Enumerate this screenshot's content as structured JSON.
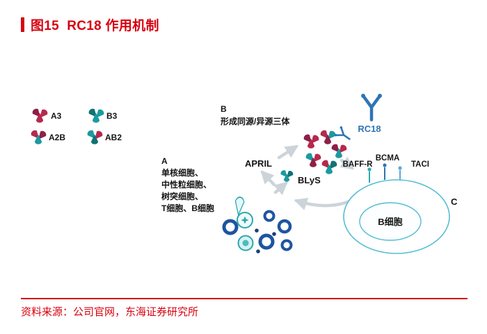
{
  "title": "图15  RC18 作用机制",
  "source": "资料来源：公司官网，东海证券研究所",
  "legend": {
    "a3": "A3",
    "b3": "B3",
    "a2b": "A2B",
    "ab2": "AB2"
  },
  "annotations": {
    "b_marker": "B",
    "b_text": "形成同源/异源三体",
    "a_marker": "A",
    "a_line1": "单核细胞、",
    "a_line2": "中性粒细胞、",
    "a_line3": "树突细胞、",
    "a_line4": "T细胞、B细胞",
    "april": "APRIL",
    "blys": "BLyS",
    "rc18": "RC18",
    "baff_r": "BAFF-R",
    "bcma": "BCMA",
    "taci": "TACI",
    "b_cell": "B细胞",
    "c_marker": "C"
  },
  "colors": {
    "accent_red": "#d7000f",
    "trimer_red": "#b5294e",
    "trimer_teal": "#1a9aa0",
    "antibody_blue": "#2e74b5",
    "cell_navy": "#1e55a0",
    "cell_teal": "#2aa7ad",
    "membrane_teal": "#54bdd2",
    "arrow_gray": "#ccd4da"
  }
}
